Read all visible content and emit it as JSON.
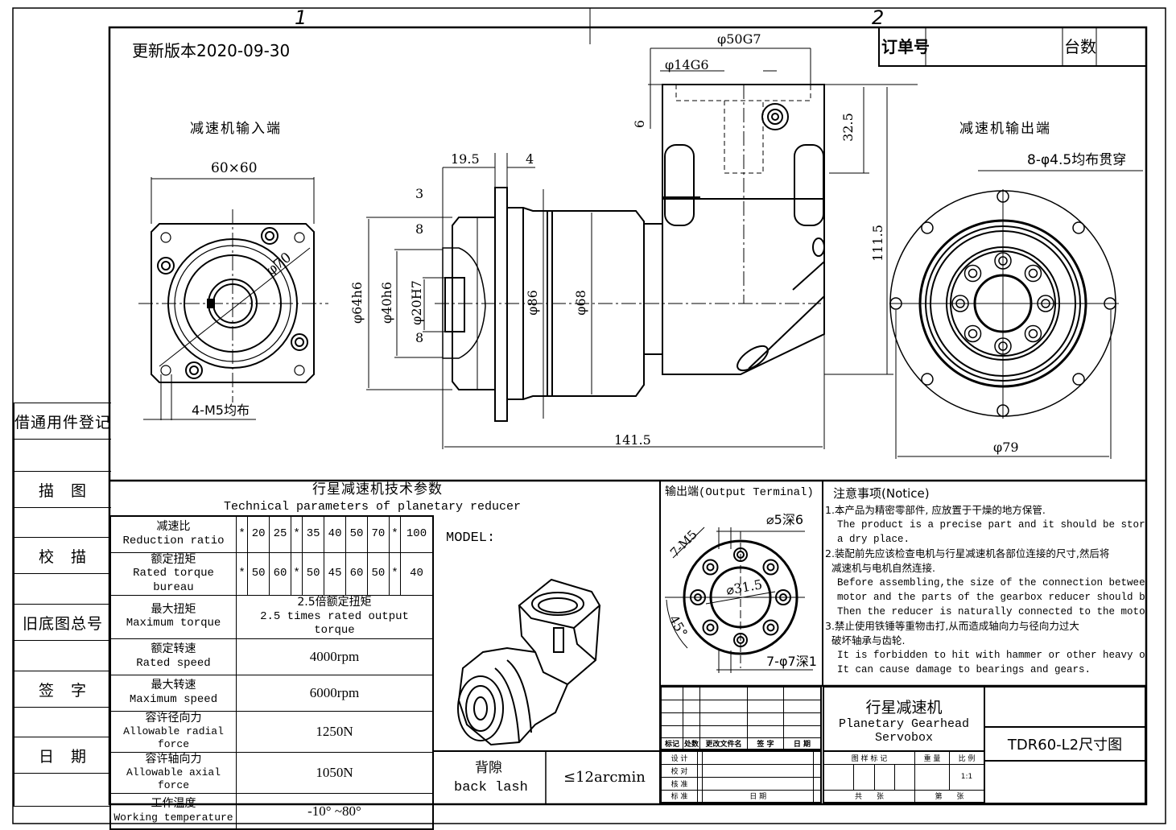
{
  "sheet": {
    "zone_labels": [
      "1",
      "2"
    ],
    "revision": "更新版本2020-09-30",
    "order_no_label": "订单号",
    "order_no_value": "",
    "quantity_label": "台数",
    "quantity_value": ""
  },
  "input_view": {
    "title": "减速机输入端",
    "dims": {
      "square": "60×60",
      "pcd": "φ70",
      "holes": "4-M5均布"
    }
  },
  "side_view": {
    "dims": {
      "d19_5": "19.5",
      "d4": "4",
      "d3": "3",
      "d8a": "8",
      "d8b": "8",
      "d64": "φ64h6",
      "d40": "φ40h6",
      "d20": "φ20H7",
      "d86": "φ86",
      "d68": "φ68",
      "length": "141.5",
      "d50": "φ50G7",
      "d14": "φ14G6",
      "d6": "6",
      "d32_5": "32.5",
      "d111_5": "111.5"
    }
  },
  "output_view": {
    "title": "减速机输出端",
    "holes": "8-φ4.5均布贯穿",
    "outer_dia": "φ79"
  },
  "spec_table": {
    "title_cn": "行星减速机技术参数",
    "title_en": "Technical parameters of planetary reducer",
    "ratio": {
      "cn": "减速比",
      "en": "Reduction ratio",
      "values": [
        "*",
        "20",
        "25",
        "*",
        "35",
        "40",
        "50",
        "70",
        "*",
        "100"
      ]
    },
    "torque": {
      "cn": "额定扭矩",
      "en": "Rated torque bureau",
      "values": [
        "*",
        "50",
        "60",
        "*",
        "50",
        "45",
        "60",
        "50",
        "*",
        "40"
      ]
    },
    "rows": [
      {
        "cn": "最大扭矩",
        "en": "Maximum torque",
        "value_cn": "2.5倍额定扭矩",
        "value": "2.5 times rated output torque"
      },
      {
        "cn": "额定转速",
        "en": "Rated speed",
        "value": "4000rpm"
      },
      {
        "cn": "最大转速",
        "en": "Maximum speed",
        "value": "6000rpm"
      },
      {
        "cn": "容许径向力",
        "en": "Allowable radial force",
        "value": "1250N"
      },
      {
        "cn": "容许轴向力",
        "en": "Allowable axial force",
        "value": "1050N"
      },
      {
        "cn": "工作温度",
        "en": "Working temperature",
        "value": "-10° ~80°"
      }
    ]
  },
  "model": {
    "label": "MODEL:",
    "backlash_cn": "背隙",
    "backlash_en": "back lash",
    "backlash_value": "≤12arcmin"
  },
  "output_terminal": {
    "title": "输出端(Output Terminal)",
    "pin": "⌀5深6",
    "thread": "7-M5",
    "pcd": "⌀31.5",
    "angle": "45°",
    "cbore": "7-φ7深1"
  },
  "notice": {
    "title": "注意事项(Notice)",
    "lines": [
      "1.本产品为精密零部件, 应放置于干燥的地方保管.",
      "  The product is a precise part and it should be stored in",
      "  a dry place.",
      "2.装配前先应该检查电机与行星减速机各部位连接的尺寸,然后将",
      "  减速机与电机自然连接.",
      "  Before assembling,the size of the connection between the",
      "  motor and the parts of the gearbox reducer should be checked,",
      "  Then the reducer is naturally connected to the motor.",
      "3.禁止使用铁锤等重物击打,从而造成轴向力与径向力过大",
      "  破坏轴承与齿轮.",
      "  It is forbidden to hit with hammer or other heavy objects",
      "  It can cause damage to bearings and gears."
    ]
  },
  "title_block": {
    "name_cn": "行星减速机",
    "name_en1": "Planetary Gearhead",
    "name_en2": "Servobox",
    "drawing_title": "TDR60-L2尺寸图",
    "rev_headers": [
      "标记",
      "处数",
      "更改文件名",
      "签 字",
      "日 期"
    ],
    "design": "设 计",
    "check": "校 对",
    "approve": "核 准",
    "standard": "标 准",
    "date": "日 期",
    "mark": "图 样 标 记",
    "weight": "重 量",
    "scale_label": "比 例",
    "scale": "1:1",
    "total_sheets": "共　　张",
    "sheet_no": "第　　张"
  },
  "side_strip": [
    "借通用件登记",
    "",
    "描　图",
    "",
    "校　描",
    "",
    "旧底图总号",
    "",
    "签　字",
    "",
    "日　期",
    ""
  ]
}
